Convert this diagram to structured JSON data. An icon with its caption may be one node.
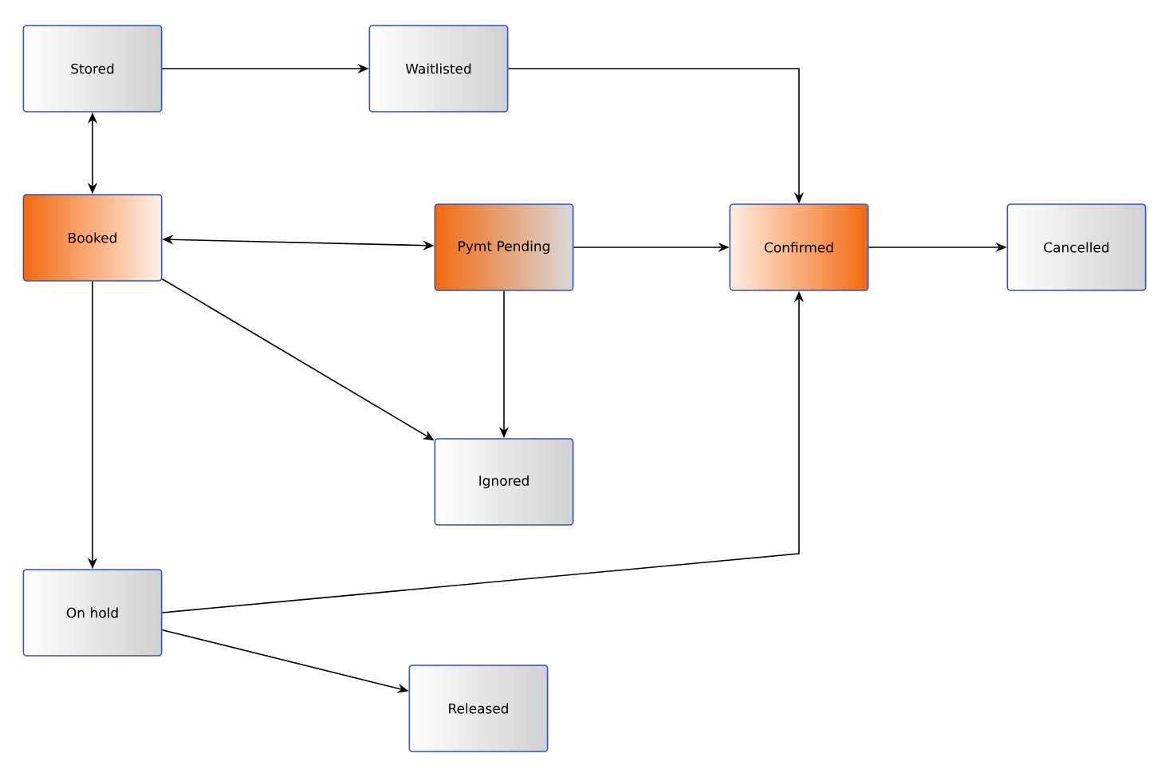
{
  "diagram": {
    "nodes": [
      {
        "text": [
          "Stored"
        ]
      },
      {
        "text": [
          "Waitlisted"
        ]
      },
      {
        "text": [
          "Booked"
        ]
      },
      {
        "text": [
          "Pymt Pending"
        ]
      },
      {
        "text": [
          "Confirmed"
        ]
      },
      {
        "text": [
          "Cancelled"
        ]
      },
      {
        "text": [
          "Ignored"
        ]
      },
      {
        "text": [
          "On hold"
        ]
      },
      {
        "text": [
          "Released"
        ]
      }
    ],
    "edges": [
      {
        "from": 0,
        "to": 1,
        "arrow": "to"
      },
      {
        "from": 1,
        "to": 4,
        "arrow": "to"
      },
      {
        "from": 0,
        "to": 2,
        "arrow": "both"
      },
      {
        "from": 2,
        "to": 3,
        "arrow": "both"
      },
      {
        "from": 3,
        "to": 4,
        "arrow": "to"
      },
      {
        "from": 4,
        "to": 5,
        "arrow": "to"
      },
      {
        "from": 2,
        "to": 6,
        "arrow": "to"
      },
      {
        "from": 3,
        "to": 6,
        "arrow": "to"
      },
      {
        "from": 2,
        "to": 7,
        "arrow": "to"
      },
      {
        "from": 7,
        "to": 4,
        "arrow": "to"
      },
      {
        "from": 7,
        "to": 8,
        "arrow": "to"
      }
    ]
  }
}
